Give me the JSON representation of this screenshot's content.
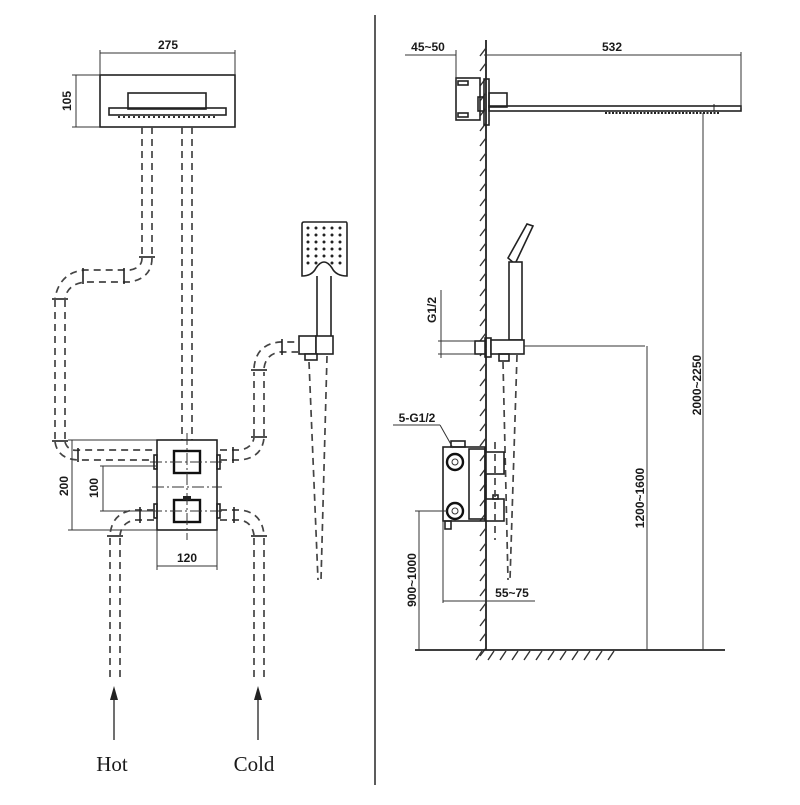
{
  "diagram": {
    "title": "Concealed thermostatic shower system installation drawing",
    "front_view": {
      "shower_head_width": "275",
      "shower_head_height": "105",
      "valve_spacing": "100",
      "valve_box_height": "200",
      "valve_box_width": "120",
      "inlet_hot_label": "Hot",
      "inlet_cold_label": "Cold"
    },
    "side_view": {
      "wall_offset": "45~50",
      "arm_length": "532",
      "hand_shower_outlet_thread": "G1/2",
      "valve_inlet_thread": "5-G1/2",
      "hand_shower_outlet_height": "1200~1600",
      "shower_head_height": "2000~2250",
      "valve_height": "900~1000",
      "valve_depth": "55~75"
    },
    "colors": {
      "line": "#222222",
      "background": "#ffffff"
    }
  }
}
